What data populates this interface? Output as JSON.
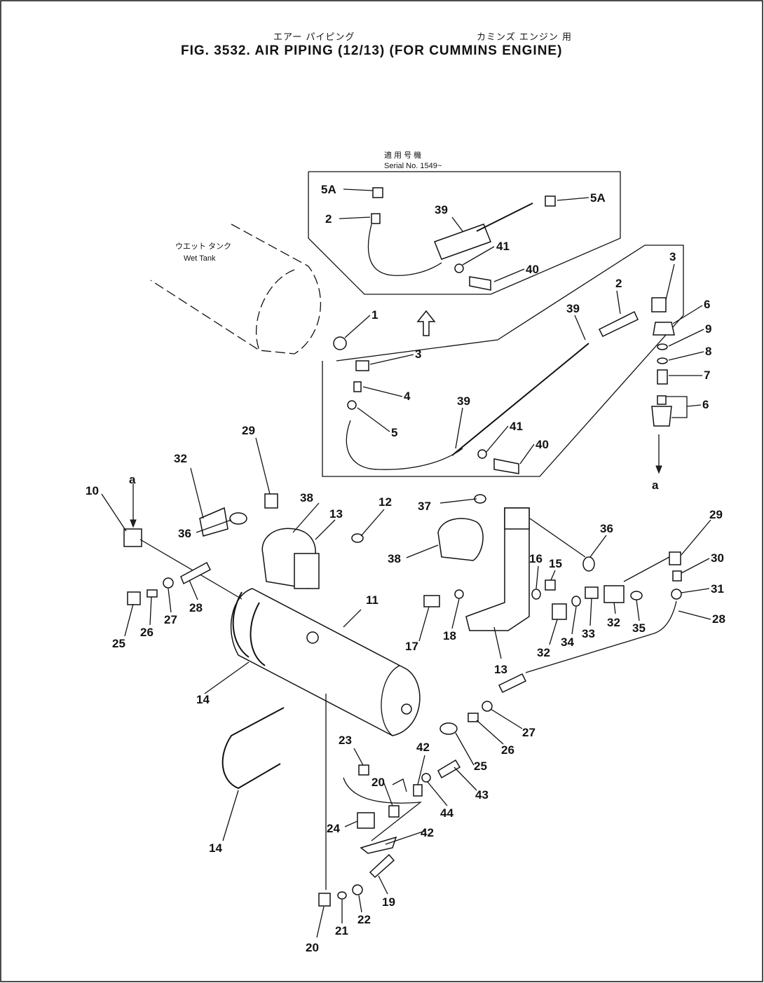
{
  "title": {
    "jp_left": "エアー パイピング",
    "jp_right": "カミンズ エンジン 用",
    "main": "FIG. 3532. AIR PIPING (12/13) (FOR CUMMINS ENGINE)"
  },
  "annotations": {
    "serial_jp": "適 用 号 機",
    "serial_no": "Serial No. 1549~",
    "wet_tank_jp": "ウエット タンク",
    "wet_tank": "Wet Tank",
    "ref_a": "a"
  },
  "callouts": [
    "1",
    "2",
    "3",
    "4",
    "5",
    "5A",
    "6",
    "7",
    "8",
    "9",
    "10",
    "11",
    "12",
    "13",
    "14",
    "15",
    "16",
    "17",
    "18",
    "19",
    "20",
    "21",
    "22",
    "23",
    "24",
    "25",
    "26",
    "27",
    "28",
    "29",
    "30",
    "31",
    "32",
    "33",
    "34",
    "35",
    "36",
    "37",
    "38",
    "39",
    "40",
    "41",
    "42",
    "43",
    "44"
  ]
}
